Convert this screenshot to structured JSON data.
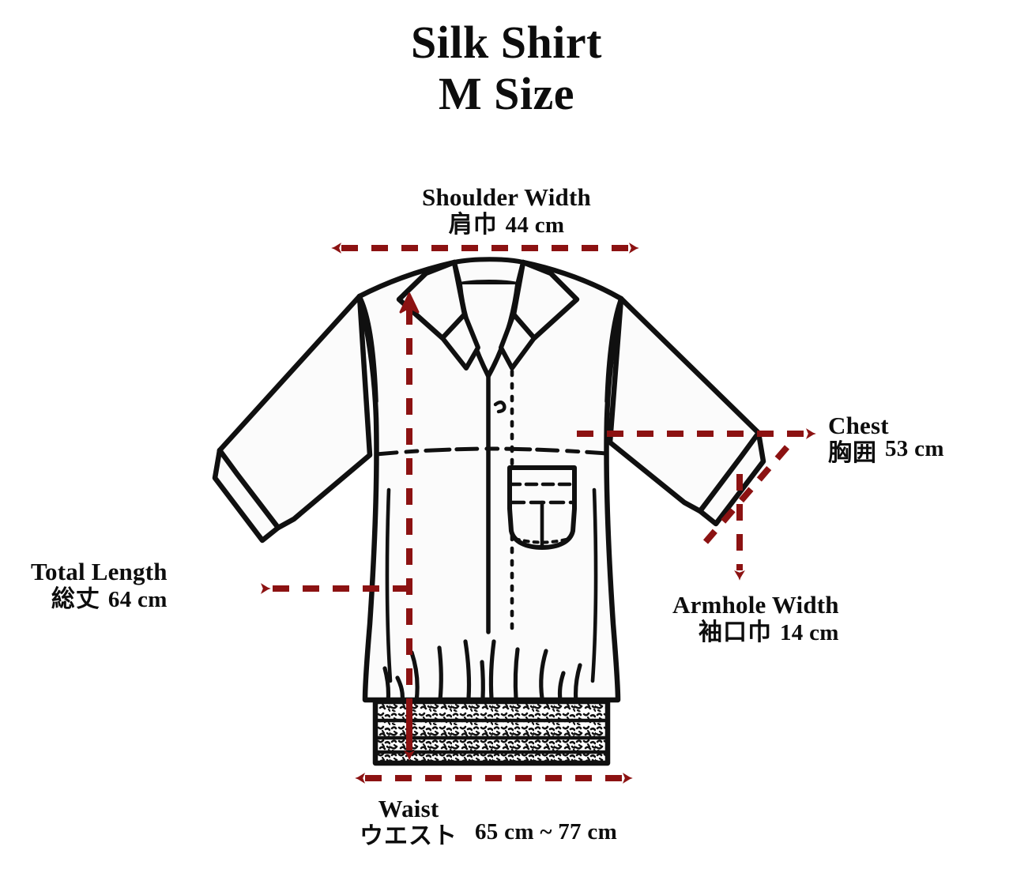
{
  "title": {
    "line1": "Silk Shirt",
    "line2": "M Size"
  },
  "colors": {
    "background": "#ffffff",
    "ink": "#0d0d0d",
    "dimension_red": "#8c1212",
    "garment_fill": "#fbfbfb"
  },
  "measurements": [
    {
      "id": "shoulder",
      "label_en": "Shoulder Width",
      "label_jp": "肩巾",
      "value": "44 cm",
      "arrow": "double-horizontal"
    },
    {
      "id": "chest",
      "label_en": "Chest",
      "label_jp": "胸囲",
      "value": "53 cm",
      "arrow": "single-right"
    },
    {
      "id": "total_length",
      "label_en": "Total Length",
      "label_jp": "総丈",
      "value": "64 cm",
      "arrow": "elbow-left-up"
    },
    {
      "id": "armhole",
      "label_en": "Armhole Width",
      "label_jp": "袖口巾",
      "value": "14 cm",
      "arrow": "single-down"
    },
    {
      "id": "waist",
      "label_en": "Waist",
      "label_jp": "ウエスト",
      "value": "65 cm ~ 77 cm",
      "arrow": "double-horizontal"
    }
  ],
  "garment": {
    "type": "short-sleeve camp-collar shirt",
    "features": [
      "open collar",
      "front placket with buttons",
      "chest pocket",
      "cuffed short sleeves",
      "ribbed elastic hem"
    ]
  }
}
